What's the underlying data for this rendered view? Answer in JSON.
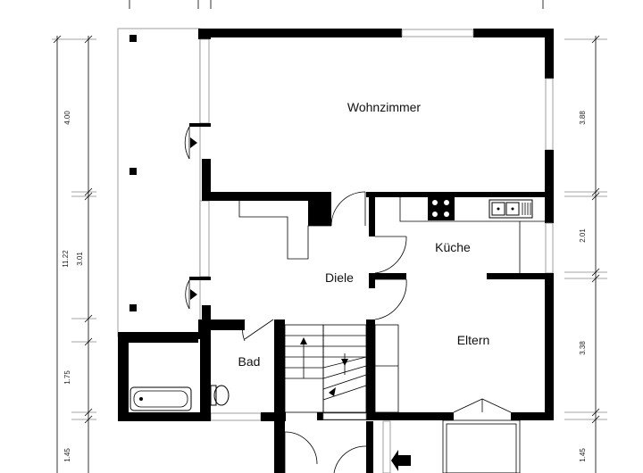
{
  "rooms": {
    "wohnzimmer": "Wohnzimmer",
    "kueche": "Küche",
    "diele": "Diele",
    "eltern": "Eltern",
    "bad": "Bad"
  },
  "dimensions": {
    "left_total": "11.22",
    "left_1": "4.00",
    "left_2": "3.01",
    "left_3": "1.75",
    "left_4": "1.45",
    "right_1": "3.88",
    "right_2": "2.01",
    "right_3": "3.38",
    "right_4": "1.45"
  }
}
